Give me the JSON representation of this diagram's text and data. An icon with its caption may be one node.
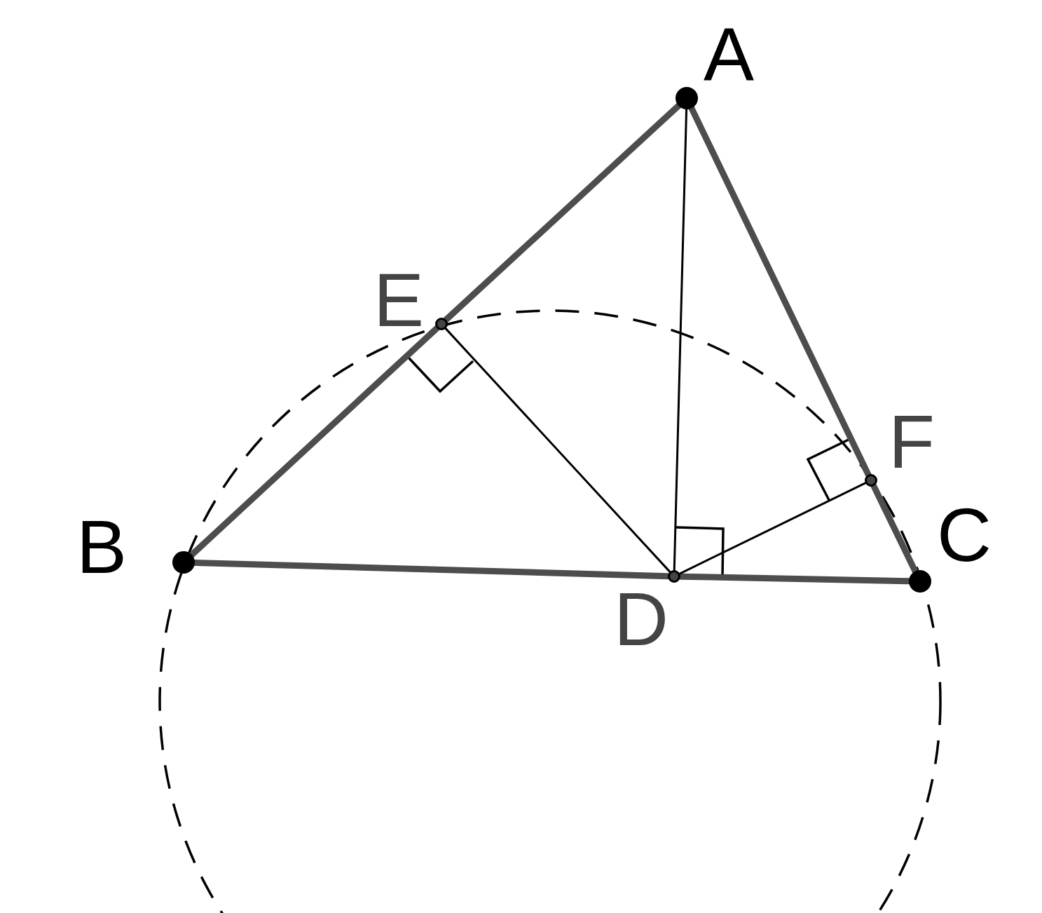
{
  "diagram": {
    "nodes": [
      {
        "text": [
          "A"
        ]
      },
      {
        "text": [
          "B"
        ]
      },
      {
        "text": [
          "C"
        ]
      },
      {
        "text": [
          "D"
        ]
      },
      {
        "text": [
          "E"
        ]
      },
      {
        "text": [
          "F"
        ]
      }
    ],
    "edges": [
      {
        "from": 0,
        "to": 4,
        "arrow": "none"
      },
      {
        "from": 4,
        "to": 1,
        "arrow": "none"
      },
      {
        "from": 0,
        "to": 5,
        "arrow": "none"
      },
      {
        "from": 5,
        "to": 2,
        "arrow": "none"
      },
      {
        "from": 1,
        "to": 3,
        "arrow": "none"
      },
      {
        "from": 3,
        "to": 2,
        "arrow": "none"
      },
      {
        "from": 0,
        "to": 3,
        "arrow": "none",
        "color": "#000000"
      },
      {
        "from": 4,
        "to": 3,
        "arrow": "none",
        "color": "#000000"
      },
      {
        "from": 5,
        "to": 3,
        "arrow": "none",
        "color": "#000000"
      }
    ]
  }
}
